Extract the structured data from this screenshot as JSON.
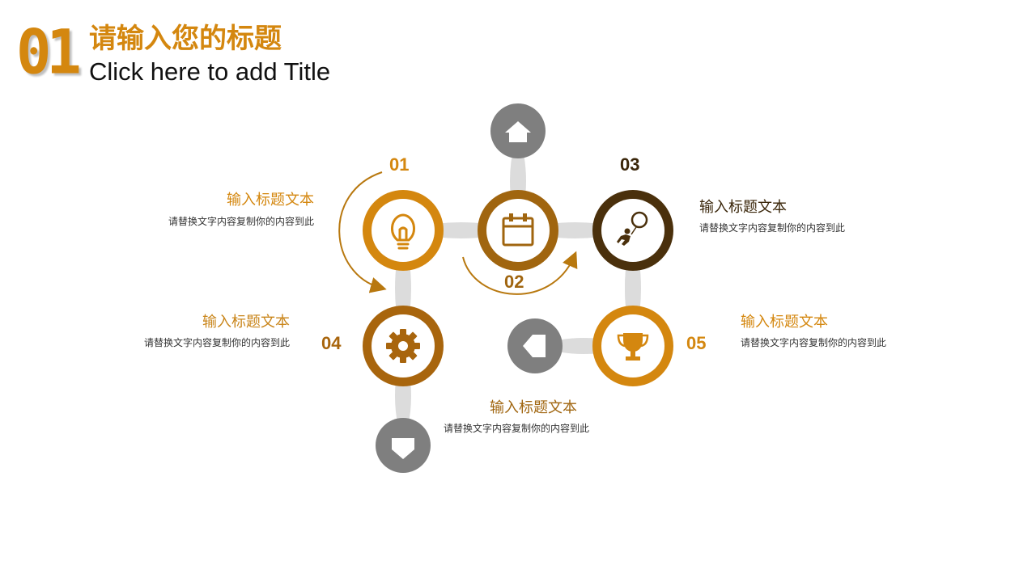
{
  "slide": {
    "section_number": "01",
    "title_zh": "请输入您的标题",
    "title_en": "Click here to add Title"
  },
  "steps": [
    {
      "num": "01",
      "heading": "输入标题文本",
      "desc": "请替换文字内容复制你的内容到此",
      "icon": "lightbulb-icon",
      "color": "#D4870F"
    },
    {
      "num": "02",
      "heading": "输入标题文本",
      "desc": "请替换文字内容复制你的内容到此",
      "icon": "calendar-icon",
      "color": "#A0650F"
    },
    {
      "num": "03",
      "heading": "输入标题文本",
      "desc": "请替换文字内容复制你的内容到此",
      "icon": "person-balloon-icon",
      "color": "#4A300C"
    },
    {
      "num": "04",
      "heading": "输入标题文本",
      "desc": "请替换文字内容复制你的内容到此",
      "icon": "gear-icon",
      "color": "#A8650D"
    },
    {
      "num": "05",
      "heading": "输入标题文本",
      "desc": "请替换文字内容复制你的内容到此",
      "icon": "trophy-icon",
      "color": "#D4870F"
    }
  ],
  "nav_icons": [
    "home-icon",
    "arrow-left-icon",
    "arrow-down-icon"
  ],
  "colors": {
    "accent": "#D4870F",
    "connector": "#DCDCDC",
    "nav_gray": "#7F7F7F"
  }
}
